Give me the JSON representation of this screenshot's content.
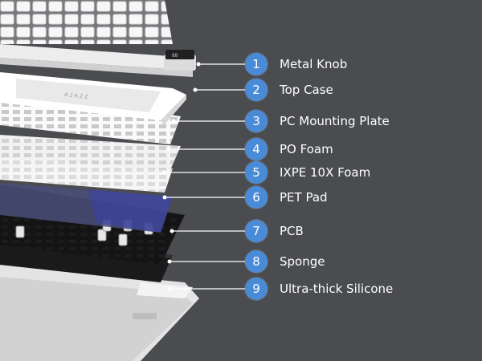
{
  "accent_color": "#4a8bd8",
  "brand_text": "AJAZZ",
  "layers": [
    {
      "number": "1",
      "label": "Metal Knob"
    },
    {
      "number": "2",
      "label": "Top Case"
    },
    {
      "number": "3",
      "label": "PC Mounting Plate"
    },
    {
      "number": "4",
      "label": "PO Foam"
    },
    {
      "number": "5",
      "label": "IXPE 10X Foam"
    },
    {
      "number": "6",
      "label": "PET Pad"
    },
    {
      "number": "7",
      "label": "PCB"
    },
    {
      "number": "8",
      "label": "Sponge"
    },
    {
      "number": "9",
      "label": "Ultra-thick Silicone"
    }
  ]
}
